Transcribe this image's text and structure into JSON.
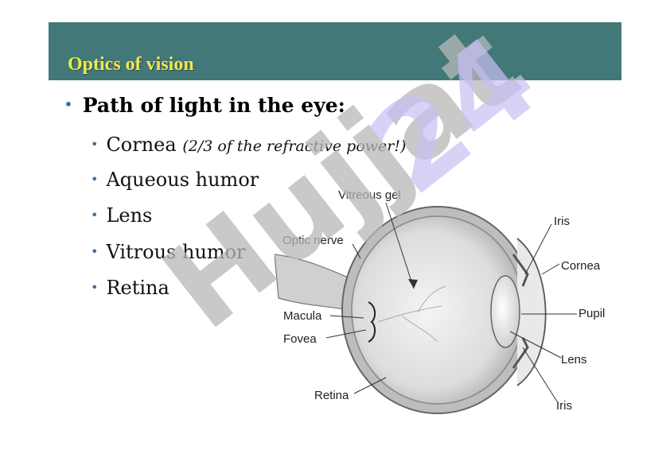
{
  "title": "Optics of vision",
  "main_bullet": "Path of light in the eye:",
  "sub_bullets": [
    {
      "text": "Cornea",
      "note": "(2/3 of the refractive power!)"
    },
    {
      "text": "Aqueous humor",
      "note": ""
    },
    {
      "text": "Lens",
      "note": ""
    },
    {
      "text": "Vitrous humor",
      "note": ""
    },
    {
      "text": "Retina",
      "note": ""
    }
  ],
  "diagram_labels": {
    "vitreous_gel": "Vitreous gel",
    "optic_nerve": "Optic nerve",
    "macula": "Macula",
    "fovea": "Fovea",
    "retina": "Retina",
    "iris_top": "Iris",
    "cornea": "Cornea",
    "pupil": "Pupil",
    "lens": "Lens",
    "iris_bottom": "Iris"
  },
  "watermark": "Hujjat24",
  "colors": {
    "title_bar": "#427878",
    "title_text": "#f0e84a",
    "bullet": "#3b6f9f",
    "watermark_gray": "#b8b8b8",
    "watermark_purple": "#c8c0f5"
  }
}
